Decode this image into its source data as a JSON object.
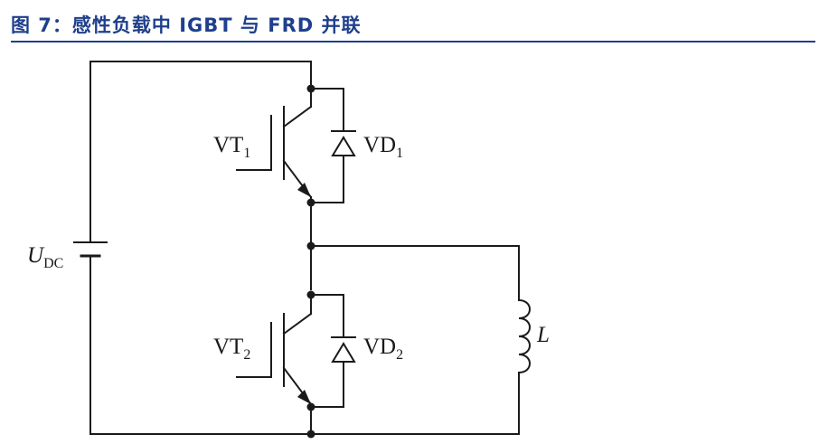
{
  "figure": {
    "title": "图 7：感性负载中 IGBT 与 FRD 并联",
    "accent_color": "#1f3f8c"
  },
  "components": {
    "source": {
      "symbol": "U",
      "subscript": "DC"
    },
    "vt1": {
      "symbol": "VT",
      "subscript": "1"
    },
    "vd1": {
      "symbol": "VD",
      "subscript": "1"
    },
    "vt2": {
      "symbol": "VT",
      "subscript": "2"
    },
    "vd2": {
      "symbol": "VD",
      "subscript": "2"
    },
    "inductor": {
      "symbol": "L"
    }
  }
}
